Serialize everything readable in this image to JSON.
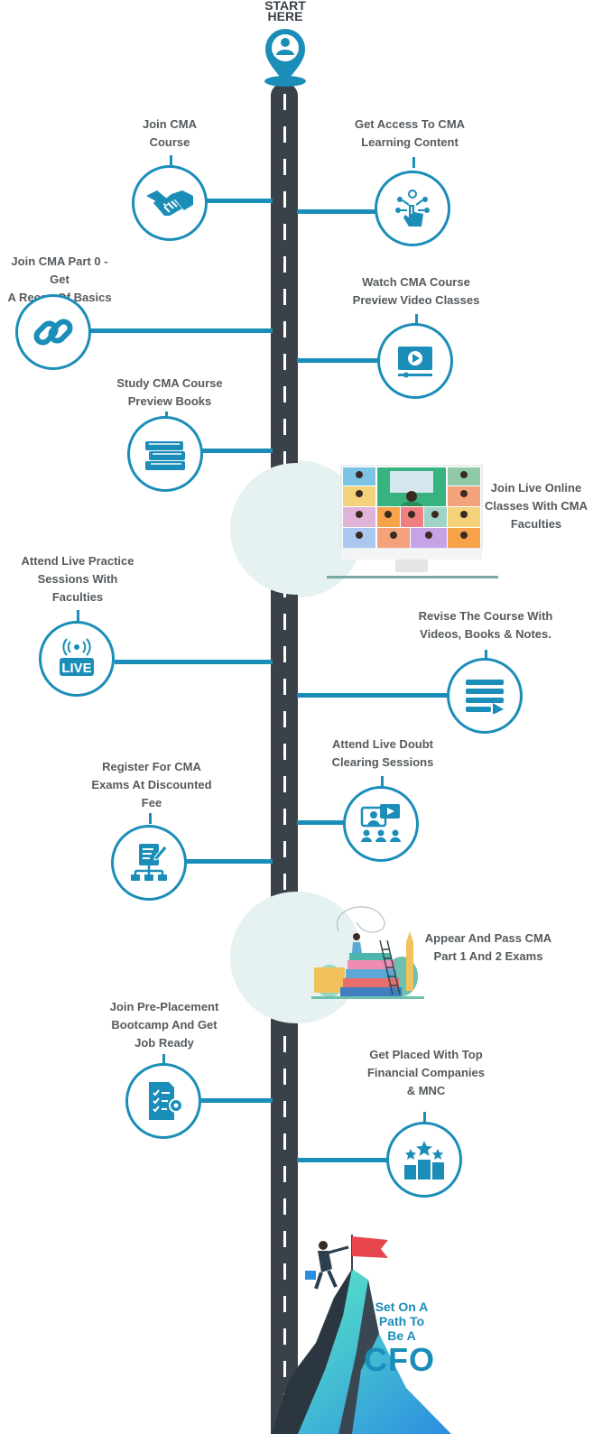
{
  "start": {
    "line1": "START",
    "line2": "HERE"
  },
  "steps": [
    {
      "id": "join-cma-course",
      "label": "Join CMA\nCourse",
      "icon": "handshake-icon"
    },
    {
      "id": "get-access-content",
      "label": "Get Access To CMA\nLearning Content",
      "icon": "touch-hand-icon"
    },
    {
      "id": "join-part-0",
      "label": "Join CMA Part 0 - Get\nA Recap Of Basics",
      "icon": "link-icon"
    },
    {
      "id": "watch-preview",
      "label": "Watch CMA Course\nPreview Video Classes",
      "icon": "video-play-icon"
    },
    {
      "id": "study-books",
      "label": "Study CMA Course\nPreview Books",
      "icon": "books-icon"
    },
    {
      "id": "join-live-online",
      "label": "Join Live Online\nClasses With CMA\nFaculties",
      "icon": "video-conference-illustration"
    },
    {
      "id": "attend-practice",
      "label": "Attend Live Practice\nSessions With\nFaculties",
      "icon": "live-icon"
    },
    {
      "id": "revise-course",
      "label": "Revise The Course With\nVideos, Books & Notes.",
      "icon": "playlist-icon"
    },
    {
      "id": "register-exams",
      "label": "Register For CMA\nExams At Discounted\nFee",
      "icon": "register-icon"
    },
    {
      "id": "doubt-clearing",
      "label": "Attend Live Doubt\nClearing Sessions",
      "icon": "presentation-icon"
    },
    {
      "id": "pass-exams",
      "label": "Appear And Pass CMA\nPart 1 And 2 Exams",
      "icon": "study-books-illustration"
    },
    {
      "id": "bootcamp",
      "label": "Join Pre-Placement\nBootcamp And Get\nJob Ready",
      "icon": "checklist-gear-icon"
    },
    {
      "id": "get-placed",
      "label": "Get Placed With Top\nFinancial Companies\n& MNC",
      "icon": "podium-stars-icon"
    }
  ],
  "live_badge": "LIVE",
  "final": {
    "line1": "Set On A",
    "line2": "Path To",
    "line3": "Be A",
    "big": "CFO"
  },
  "colors": {
    "accent": "#1a8db8",
    "road": "#3a4148",
    "text": "#555a5e"
  }
}
